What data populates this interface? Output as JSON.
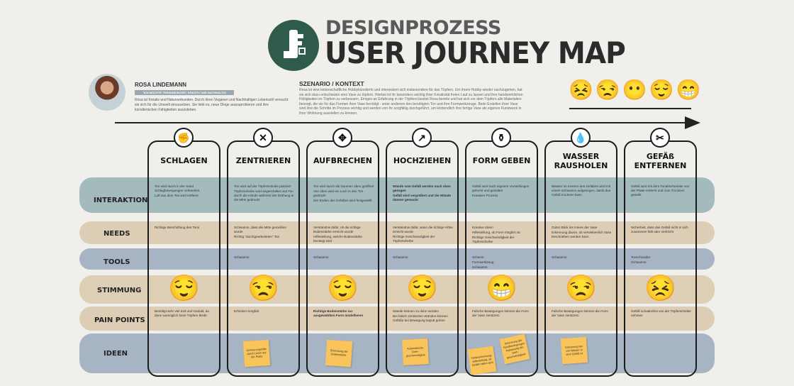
{
  "header": {
    "title_top": "DESIGNPROZESS",
    "title_main": "USER JOURNEY MAP"
  },
  "persona": {
    "name": "ROSA LINDEMANN",
    "tagline": "\"ICH MÖCHTE TRENDBEWUSST, KREATIV UND NACHHALTIG VERWIRKLICHEN\"",
    "desc": "Rosa ist Kreativ und Naturverbunden. Durch ihren Veganen und Nachhaltigen Lebensstil versucht sie sich für die Umwelt einzusetzen. Sie liebt es, neue Dinge auszuprobieren und ihre künstlerischen Fähigkeiten auszuleben."
  },
  "scenario": {
    "heading": "SZENARIO / KONTEXT",
    "text": "Rosa ist eine leidenschaftliche Hobbykünstlerin und interessiert sich insbesondere für das Töpfern. Um ihrem Hobby wieder nachzugehen, hat sie sich dazu entschieden eine Vase zu töpfern. Hierbei ist ihr besonders wichtig ihrer Kreativität freien Lauf zu lassen und ihre handwerklichen Fähigkeiten im Töpfern zu verbessern. Einiges an Erfahrung in der Töpferei besitzt Rosa bereits und hat sich vor dem Töpfern alle Materialien besorgt, die sie für das Formen ihrer Vase benötigt - unter anderem den benötigten Ton und ihre Formwerkzeuge. Beim Erstellen ihrer Vase sind ihre die Schritte im Prozess wichtig und werden von ihr sorgfältig durchgeführt, um letztendlich ihre fertige Vase als eigenes Kunstwerk in ihrer Wohnung ausstellen zu können."
  },
  "mood_scale": [
    "😣",
    "😒",
    "😶",
    "😌",
    "😁"
  ],
  "rows": [
    "INTERAKTION",
    "NEEDS",
    "TOOLS",
    "STIMMUNG",
    "PAIN POINTS",
    "IDEEN"
  ],
  "columns": [
    {
      "title": "SCHLAGEN",
      "icon": "fist-icon",
      "icon_glyph": "✊",
      "interaktion": [
        "Ton wird durch in der Hand Schlagbewegungen vorbereitet",
        "Luft aus dem Ton wird entfernt"
      ],
      "needs": [
        "Richtige Beschriftung des Tons"
      ],
      "tools": [],
      "mood": "😌",
      "pain": [
        "Benötigt sehr viel Zeit und Geduld, da dann womöglich beim Töpfern bleibt"
      ],
      "ideas": []
    },
    {
      "title": "ZENTRIEREN",
      "icon": "cross-icon",
      "icon_glyph": "✕",
      "interaktion": [
        "Ton wird auf der Töpferscheibe platziert",
        "Töpferscheibe wird angeschaltet und Ton durch die Hände während der Drehung in die Mitte gedrückt"
      ],
      "needs": [
        "Schwamm, dass die Mitte gemeißen wurde",
        "Richtig \"durchgearbeiteten\" Ton"
      ],
      "tools": [
        "Schwamm"
      ],
      "mood": "😒",
      "pain": [
        "Erfordert Sorgfalt"
      ],
      "ideas": [
        "Zentrierungshilfe durch Linien auf der Platte"
      ]
    },
    {
      "title": "AUFBRECHEN",
      "icon": "move-icon",
      "icon_glyph": "✥",
      "interaktion": [
        "Ton wird durch die Daumen oben geöffnet",
        "Von oben wird ein Loch in den Ton gedrückt",
        "Der Boden des Gefäßes wird festgestellt"
      ],
      "needs": [
        "Verständnis dafür, ob die richtige Bodenstärke erreicht wurde",
        "Hilfestellung, welche Bodenstärke benötigt wird"
      ],
      "tools": [
        "Schwamm"
      ],
      "mood": "😌",
      "pain": [
        "Richtige Bodenstärke zur ausgewählten Form modellieren"
      ],
      "ideas": [
        "Erkennung der Bodenstärke"
      ]
    },
    {
      "title": "HOCHZIEHEN",
      "icon": "pinch-icon",
      "icon_glyph": "↗",
      "interaktion": [
        "Wände vom Gefäß werden nach oben gezogen",
        "Gefäß wird vergrößert und die Wände dünner gemacht"
      ],
      "needs": [
        "Verständnis dafür, wann die richtige Höhe erreicht wurde",
        "Richtige Geschwindigkeit der Töpferscheibe"
      ],
      "tools": [
        "Schwamm"
      ],
      "mood": "😌",
      "pain": [
        "Wände können zu dünn werden",
        "Bei falsch zentrierten Wänden können Gefäße bei Bewegung kaputt gehen"
      ],
      "ideas": [
        "Automatische Dreh-geschwindigkeit"
      ]
    },
    {
      "title": "FORM GEBEN",
      "icon": "vase-icon",
      "icon_glyph": "⚱",
      "interaktion": [
        "Gefäß wird nach eigenen Vorstellungen geformt und gestaltet",
        "Kreativer Prozess"
      ],
      "needs": [
        "Kreative Ideen",
        "Hilfestellung, ob Form möglich ist",
        "Richtige Geschwindigkeit der Töpferscheibe"
      ],
      "tools": [
        "Schiene",
        "Formwerkzeug",
        "Schwamm"
      ],
      "mood": "😁",
      "pain": [
        "Falsche Bewegungen können die Form der Vase zerstören"
      ],
      "ideas": [
        "Fehlererkennung, Hilfestellung, ob Gefäß halten wird",
        "Erkennung der Handbewegungen Anpassung der Dreh-geschwindigkeit"
      ]
    },
    {
      "title": "WASSER RAUSHOLEN",
      "icon": "drop-icon",
      "icon_glyph": "💧",
      "interaktion": [
        "Wasser im Inneren des Gefäßes wird mit einem Schwamm aufgesogen, damit das Gefäß trocknen kann"
      ],
      "needs": [
        "Guten Blick ins Innere der Vase",
        "Erkennung davon, ob verwiebenlich Vase beschrieben werden kann"
      ],
      "tools": [
        "Schwamm"
      ],
      "mood": "😒",
      "pain": [
        "Falsche Bewegungen können die Form der Vase zerstören"
      ],
      "ideas": [
        "Erkennung wie viel Wasser in dem Gefäß ist"
      ]
    },
    {
      "title": "GEFÄß ENTFERNEN",
      "icon": "cutter-icon",
      "icon_glyph": "✂",
      "interaktion": [
        "Gefäß wird mit dem Tonabschneider von der Platte entfernt und zum Trocknen gestellt"
      ],
      "needs": [
        "Sicherheit, dass das Gefäß nicht in sich zusammen fällt oder zerbricht"
      ],
      "tools": [
        "Tonschneider",
        "Schwamm"
      ],
      "mood": "😣",
      "pain": [
        "Gefäß schadenfrei von der Töpferscheibe nehmen"
      ],
      "ideas": []
    }
  ],
  "colors": {
    "interaktion": "#a4bbbd",
    "needs": "#dccdb4",
    "tools": "#a7b4c4",
    "stimmung": "#ddcfb6",
    "pain": "#dccdb4",
    "ideen": "#a7b4c4",
    "sticky": "#f9c45a",
    "logo": "#2f5c4a"
  }
}
